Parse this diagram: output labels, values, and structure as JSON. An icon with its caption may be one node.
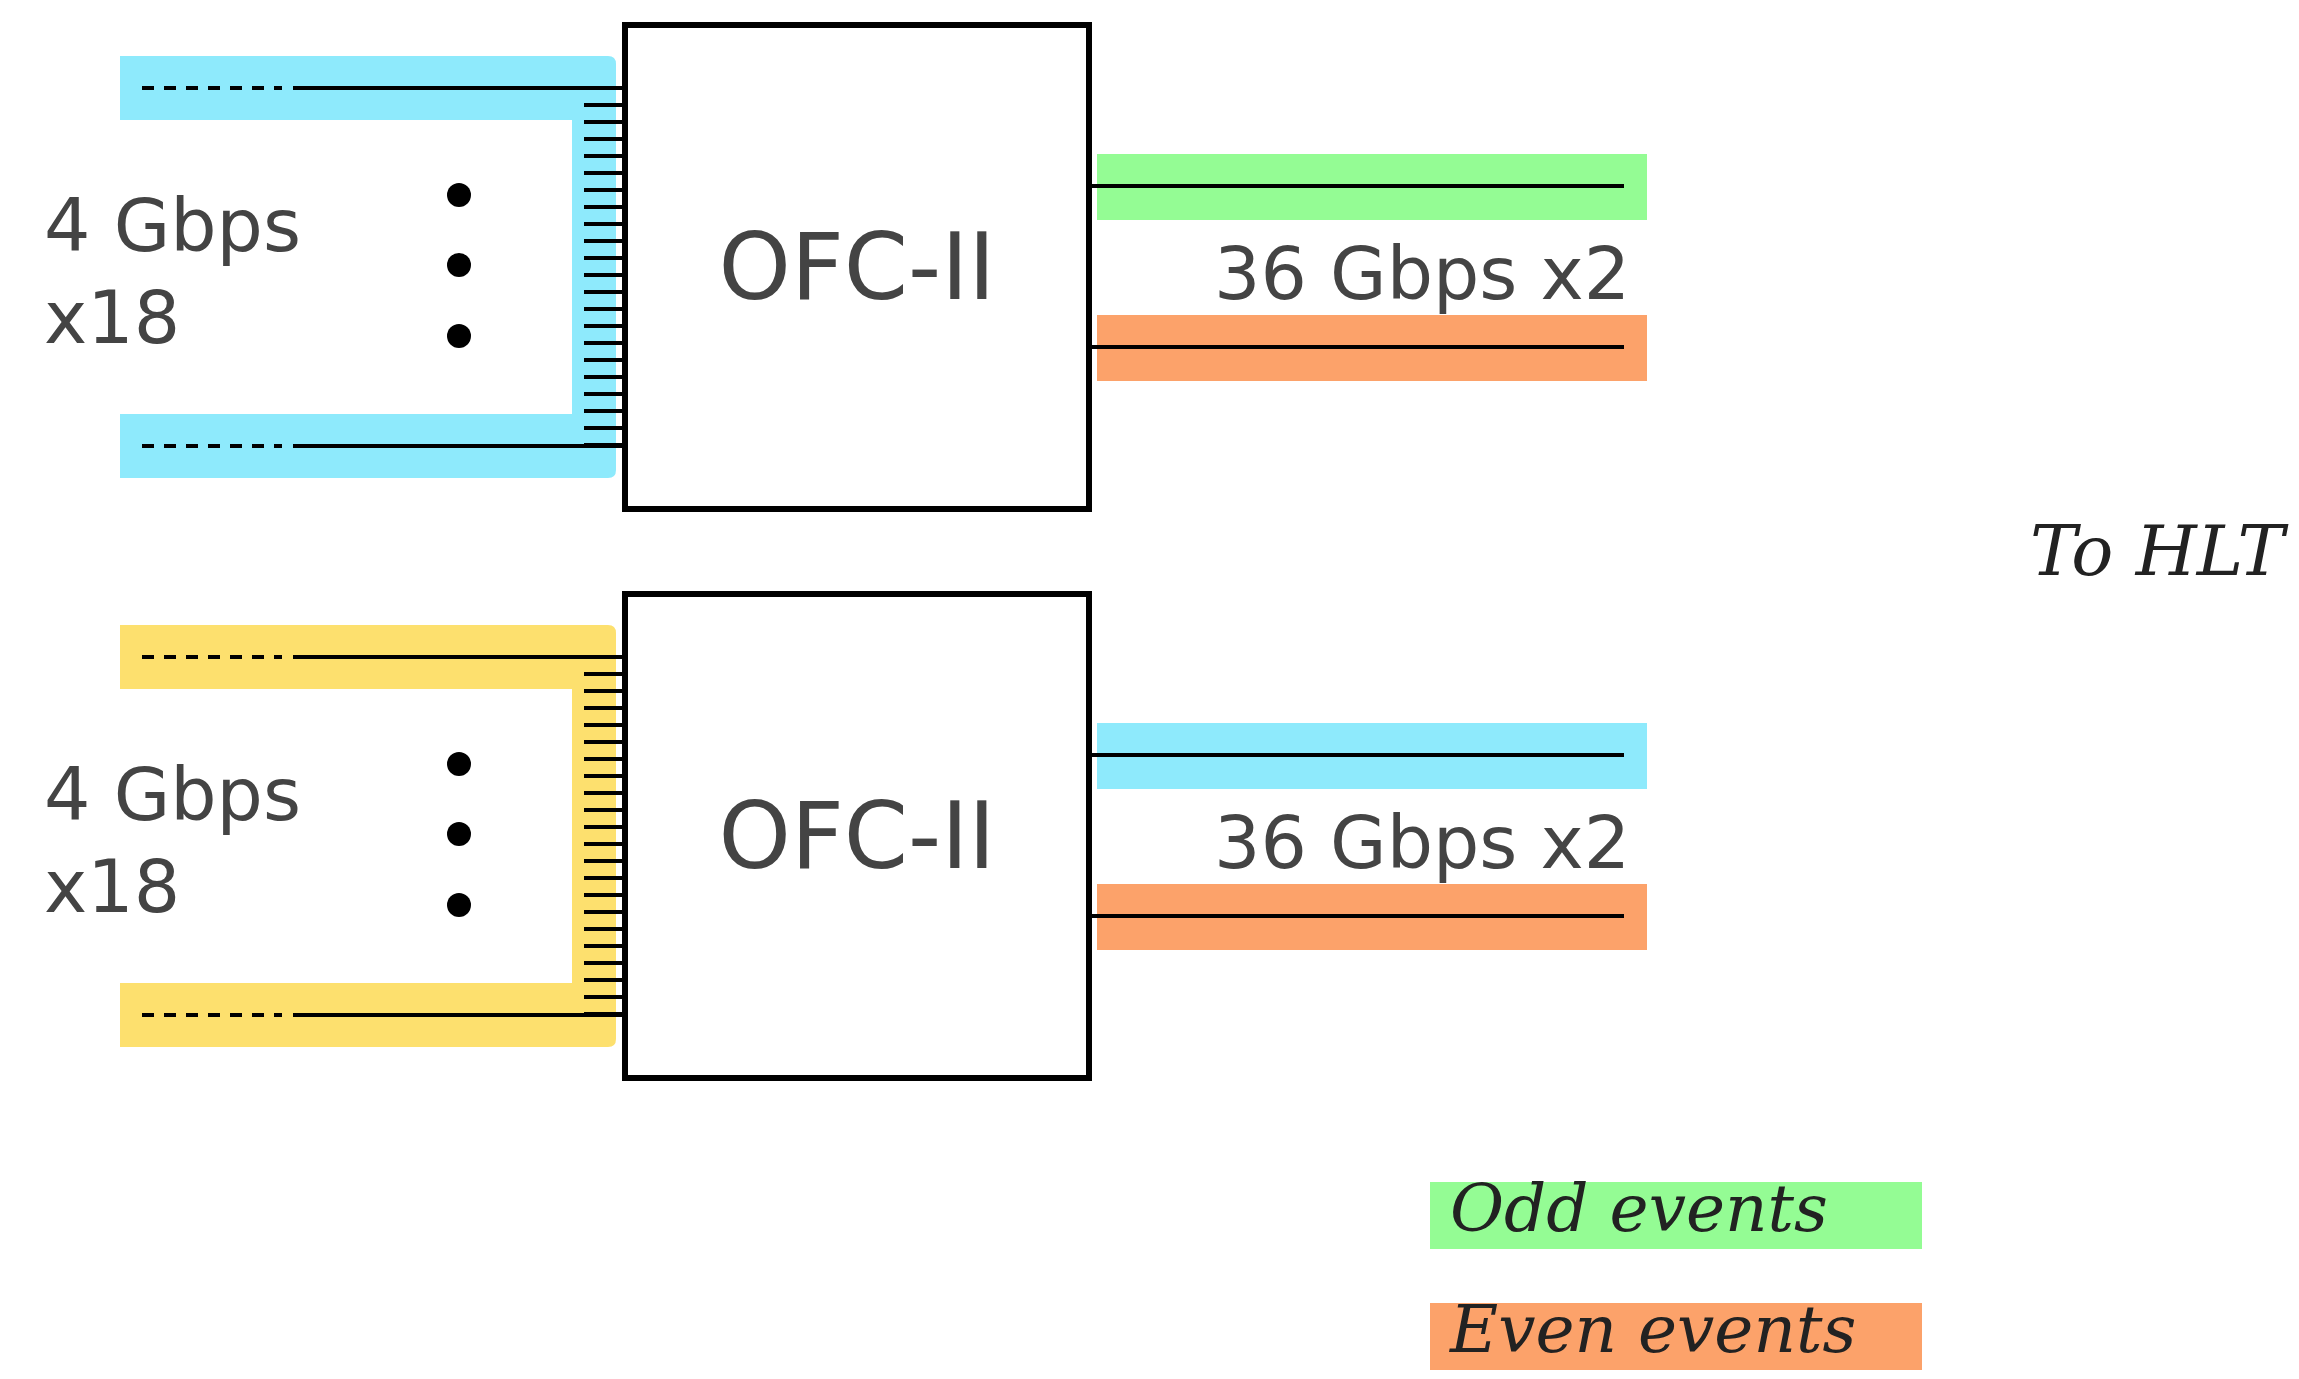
{
  "diagram": {
    "nodes": [
      {
        "text": [
          "OFC-II"
        ]
      },
      {
        "text": [
          "OFC-II"
        ]
      }
    ],
    "edges": [
      {
        "from": null,
        "to": 0,
        "arrow": "none"
      },
      {
        "from": null,
        "to": 0,
        "arrow": "none"
      },
      {
        "from": 0,
        "to": null,
        "arrow": "none"
      },
      {
        "from": 0,
        "to": null,
        "arrow": "none"
      },
      {
        "from": null,
        "to": 1,
        "arrow": "none"
      },
      {
        "from": null,
        "to": 1,
        "arrow": "none"
      },
      {
        "from": 1,
        "to": null,
        "arrow": "none"
      },
      {
        "from": 1,
        "to": null,
        "arrow": "none"
      }
    ],
    "labels": [
      "4 Gbps x18",
      "36 Gbps x2",
      "To HLT",
      "4 Gbps x18",
      "36 Gbps x2"
    ],
    "legend": [
      {
        "text": "Odd events",
        "color": "#94fc94"
      },
      {
        "text": "Even events",
        "color": "#fca26a"
      }
    ]
  }
}
